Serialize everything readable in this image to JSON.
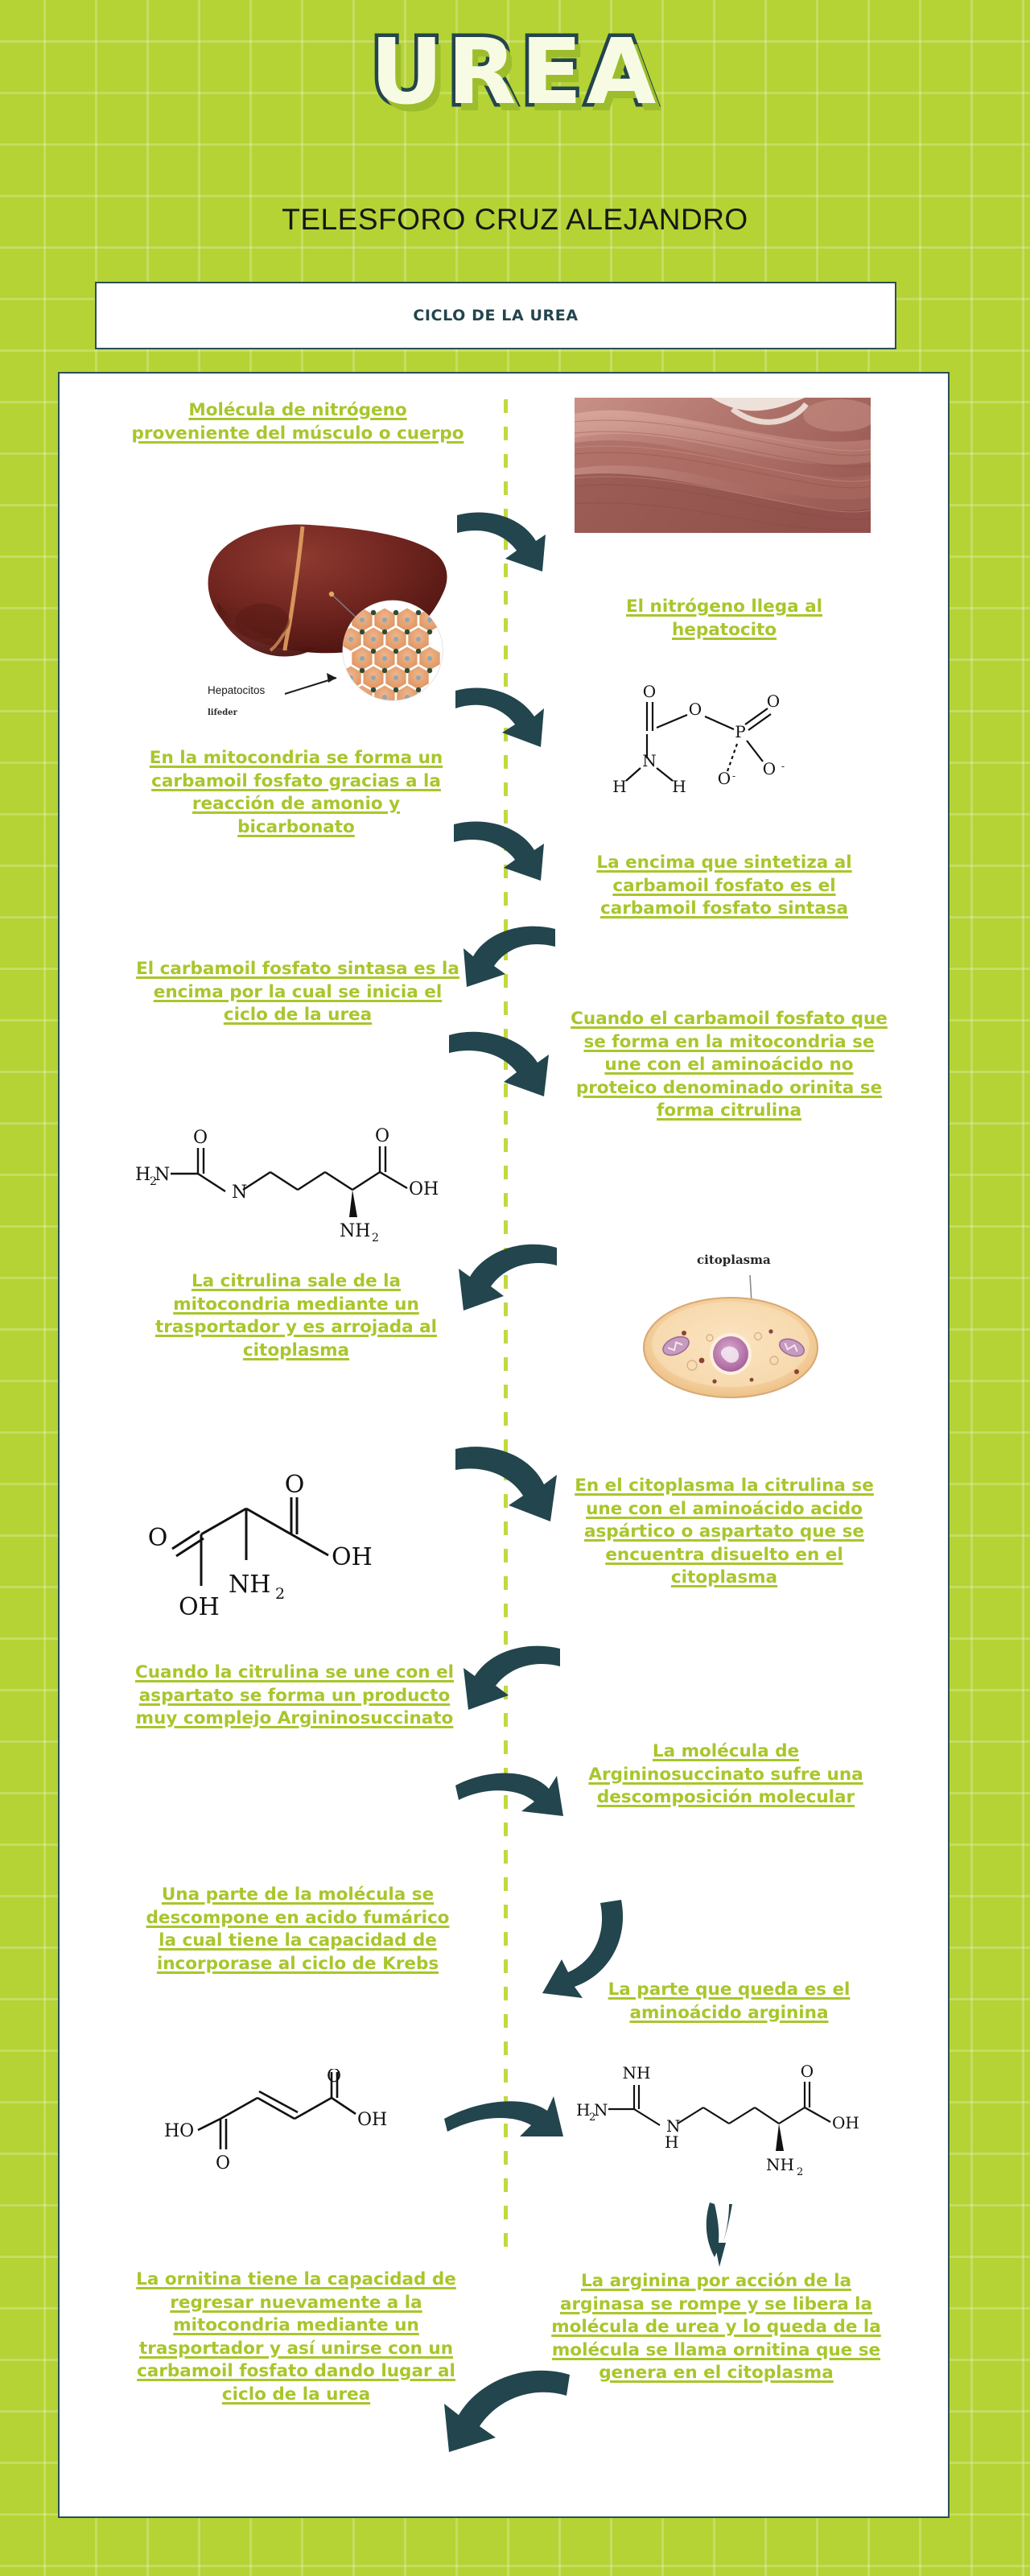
{
  "theme": {
    "bg_green": "#b5d334",
    "accent_green": "#a8c62c",
    "dark_teal": "#23454d",
    "panel_white": "#ffffff",
    "title_fill": "#f7fbe4",
    "title_shadow": "#9dbd2c"
  },
  "header": {
    "title": "UREA",
    "author": "TELESFORO CRUZ ALEJANDRO",
    "section_title": "CICLO DE LA UREA"
  },
  "figures": {
    "liver": {
      "name": "liver-hepatocytes-diagram",
      "label": "Hepatocitos",
      "watermark": "lifeder"
    },
    "muscle": {
      "name": "muscle-tissue-photo"
    },
    "cell": {
      "name": "cell-cytoplasm-diagram",
      "label": "citoplasma"
    }
  },
  "steps": [
    {
      "id": 1,
      "side": "left",
      "text": "Molécula de nitrógeno proveniente del músculo o cuerpo"
    },
    {
      "id": 2,
      "side": "right",
      "text": "El nitrógeno llega al hepatocito"
    },
    {
      "id": 3,
      "side": "left",
      "text": "En la mitocondria se forma un carbamoil fosfato gracias a la reacción de amonio y bicarbonato "
    },
    {
      "id": 4,
      "side": "right",
      "text": "La encima que sintetiza al carbamoil fosfato es el carbamoil fosfato sintasa"
    },
    {
      "id": 5,
      "side": "left",
      "text": "El carbamoil fosfato sintasa es la encima por la cual se inicia el ciclo de la urea "
    },
    {
      "id": 6,
      "side": "right",
      "text": "Cuando el carbamoil fosfato que se forma en la mitocondria se une con el aminoácido no proteico denominado orinita se forma citrulina "
    },
    {
      "id": 7,
      "side": "left",
      "text": "La citrulina sale de la mitocondria mediante un trasportador y es arrojada al citoplasma "
    },
    {
      "id": 8,
      "side": "right",
      "text": "En el citoplasma la citrulina se une con el aminoácido acido aspártico o aspartato que se encuentra disuelto en el citoplasma "
    },
    {
      "id": 9,
      "side": "left",
      "text": "Cuando la citrulina se une con el aspartato se forma un producto muy complejo Argininosuccinato"
    },
    {
      "id": 10,
      "side": "right",
      "text": "La molécula de Argininosuccinato sufre una descomposición molecular "
    },
    {
      "id": 11,
      "side": "left",
      "text": "Una parte de la molécula se descompone en acido fumárico la cual tiene la capacidad de incorporase al ciclo de Krebs "
    },
    {
      "id": 12,
      "side": "right",
      "text": "La parte que queda es el aminoácido arginina "
    },
    {
      "id": 13,
      "side": "left",
      "text": "La ornitina tiene la capacidad de regresar nuevamente a la mitocondria mediante un trasportador y así unirse con un carbamoil fosfato dando lugar al ciclo de la urea"
    },
    {
      "id": 14,
      "side": "right",
      "text": "La arginina por acción de la arginasa se rompe y se libera la molécula de urea y lo  queda de la molécula se llama ornitina que se genera en el citoplasma "
    }
  ],
  "molecules": {
    "carbamoyl_phosphate": {
      "name": "carbamoyl-phosphate-structure",
      "atoms": [
        "O",
        "O",
        "P",
        "O",
        "O",
        "N",
        "H",
        "H",
        "H",
        "H"
      ]
    },
    "citrulline": {
      "name": "citrulline-structure",
      "atoms": [
        "H",
        "N",
        "O",
        "OH",
        "NH"
      ],
      "labels": [
        "H₂N",
        "N",
        "O",
        "OH",
        "NH₂"
      ]
    },
    "aspartate": {
      "name": "aspartate-structure",
      "labels": [
        "O",
        "O",
        "OH",
        "OH",
        "NH₂"
      ]
    },
    "fumarate": {
      "name": "fumarate-structure",
      "labels": [
        "HO",
        "O",
        "O",
        "OH"
      ]
    },
    "arginine": {
      "name": "arginine-structure",
      "labels": [
        "H₂N",
        "NH",
        "N",
        "H",
        "O",
        "OH",
        "NH₂"
      ]
    }
  }
}
